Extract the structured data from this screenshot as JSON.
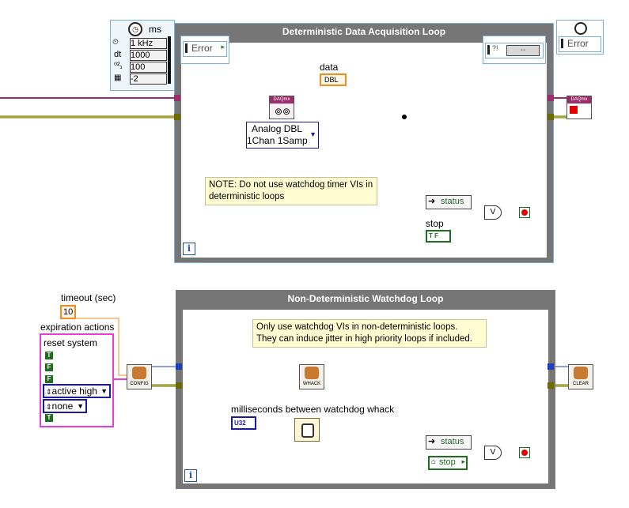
{
  "top_loop": {
    "title": "Deterministic Data Acquisition Loop",
    "timing": {
      "unit": "ms",
      "rows": [
        {
          "label": "",
          "value": "1 kHz"
        },
        {
          "label": "dt",
          "value": "1000"
        },
        {
          "label": "",
          "value": "100"
        },
        {
          "label": "",
          "value": "-2"
        }
      ]
    },
    "error_in": "Error",
    "error_out": "Error",
    "status_indicator": "--",
    "daqmx_label": "DAQmx",
    "data_label": "data",
    "dbl_tag": "DBL",
    "polymorph_line1": "Analog DBL",
    "polymorph_line2": "1Chan 1Samp",
    "note": "NOTE: Do not use watchdog timer VIs in deterministic loops",
    "status_label": "status",
    "stop_label": "stop",
    "stop_const": "T F",
    "iter_label": "i"
  },
  "bottom_loop": {
    "title": "Non-Deterministic Watchdog Loop",
    "timeout_label": "timeout (sec)",
    "timeout_value": "10",
    "expiration_label": "expiration actions",
    "reset_label": "reset system",
    "bool_values": [
      "T",
      "F",
      "F"
    ],
    "active_high": "active high",
    "none_value": "none",
    "last_bool": "T",
    "config_label": "CONFIG",
    "whack_label": "WHACK",
    "clear_label": "CLEAR",
    "note_line1": "Only use watchdog VIs in non-deterministic loops.",
    "note_line2": "They can induce jitter in high priority loops if included.",
    "ms_label": "milliseconds between watchdog whack",
    "u32_tag": "U32",
    "status_label": "status",
    "stop_label": "stop",
    "iter_label": "i"
  },
  "colors": {
    "loop_gray": "#767676",
    "error_wire": "#6b6b00",
    "task_wire": "#9c2c6b",
    "watchdog_wire": "#1f3fbf",
    "numeric_orange": "#f08c20",
    "boolean_green": "#1e6e1e",
    "note_yellow": "#fffcd2"
  }
}
